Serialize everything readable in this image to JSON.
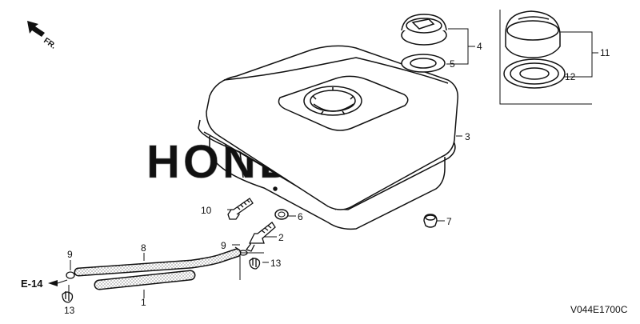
{
  "direction_label": "FR.",
  "watermark": "HONDA",
  "figure_code": "V044E1700C",
  "reference": "E-14",
  "callouts": {
    "c1": "1",
    "c2": "2",
    "c3": "3",
    "c4": "4",
    "c5": "5",
    "c6": "6",
    "c7": "7",
    "c8": "8",
    "c9a": "9",
    "c9b": "9",
    "c10": "10",
    "c11": "11",
    "c12": "12",
    "c13a": "13",
    "c13b": "13"
  },
  "colors": {
    "line": "#111111",
    "watermark_dots": "#9a9a9a"
  }
}
